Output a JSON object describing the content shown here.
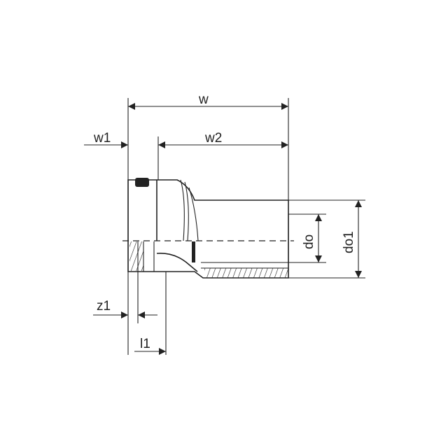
{
  "labels": {
    "w": "w",
    "w1": "w1",
    "w2": "w2",
    "do": "do",
    "do1": "do1",
    "z1": "z1",
    "l1": "l1"
  },
  "colors": {
    "line": "#222222",
    "background": "#ffffff"
  }
}
